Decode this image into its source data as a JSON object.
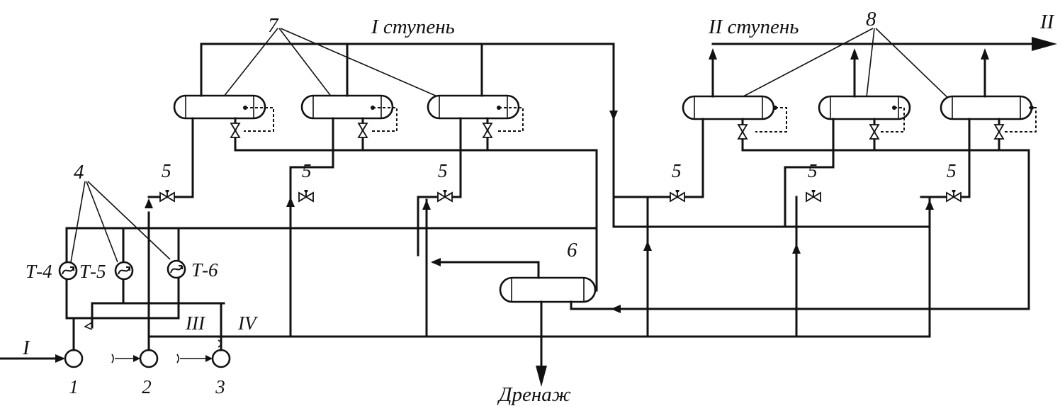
{
  "stage_labels": {
    "stage1": "I ступень",
    "stage2": "II ступень"
  },
  "stream_labels": {
    "inlet": "I",
    "outlet": "II",
    "stream3": "III",
    "stream4": "IV",
    "drain": "Дренаж"
  },
  "callouts": {
    "group4": "4",
    "group7": "7",
    "group8": "8",
    "drain_vessel": "6",
    "valve": "5"
  },
  "pumps": [
    {
      "label": "1"
    },
    {
      "label": "2"
    },
    {
      "label": "3"
    }
  ],
  "heat_exchangers": [
    {
      "label": "Т-4"
    },
    {
      "label": "Т-5"
    },
    {
      "label": "Т-6"
    }
  ]
}
